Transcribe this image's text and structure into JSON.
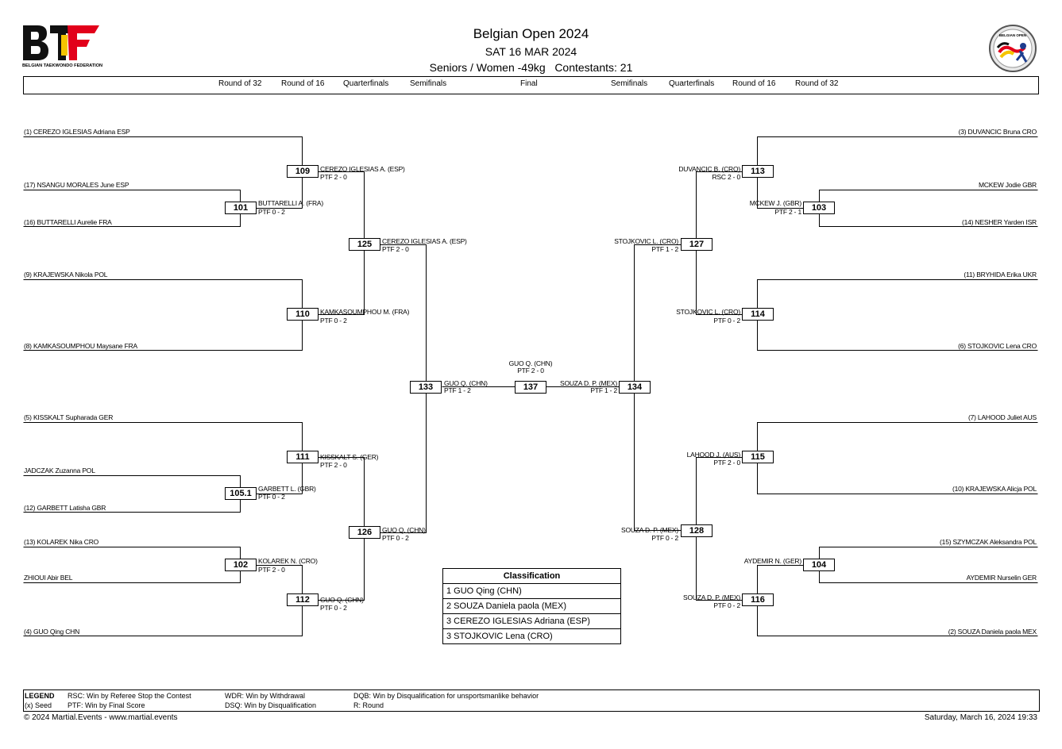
{
  "header": {
    "title": "Belgian Open 2024",
    "date": "SAT 16 MAR 2024",
    "category": "Seniors / Women -49kg",
    "contestants": "Contestants: 21",
    "logo_left_letters": "BTF",
    "logo_left_caption": "BELGIAN TAEKWONDO FEDERATION",
    "logo_right_caption": "BELGIAN OPEN"
  },
  "rounds": {
    "left": [
      "Round of 32",
      "Round of 16",
      "Quarterfinals",
      "Semifinals"
    ],
    "final": "Final",
    "right": [
      "Semifinals",
      "Quarterfinals",
      "Round of 16",
      "Round of 32"
    ]
  },
  "entrants": {
    "l1": "(1) CEREZO IGLESIAS Adriana ESP",
    "l17": "(17) NSANGU MORALES June ESP",
    "l16": "(16) BUTTARELLI Aurelie FRA",
    "l9": "(9) KRAJEWSKA Nikola POL",
    "l8": "(8) KAMKASOUMPHOU Maysane FRA",
    "l5": "(5) KISSKALT Supharada GER",
    "ljad": "JADCZAK Zuzanna POL",
    "l12": "(12) GARBETT Latisha GBR",
    "l13": "(13) KOLAREK Nika CRO",
    "lzhi": "ZHIOUI Abir BEL",
    "l4": "(4) GUO Qing CHN",
    "r3": "(3) DUVANCIC Bruna CRO",
    "rmck": "MCKEW Jodie GBR",
    "r14": "(14) NESHER Yarden ISR",
    "r11": "(11) BRYHIDA Erika UKR",
    "r6": "(6) STOJKOVIC Lena CRO",
    "r7": "(7) LAHOOD Juliet AUS",
    "r10": "(10) KRAJEWSKA Alicja POL",
    "r15": "(15) SZYMCZAK Aleksandra POL",
    "rayd": "AYDEMIR Nurselin GER",
    "r2": "(2) SOUZA Daniela paola MEX"
  },
  "matches": {
    "m109": {
      "num": "109",
      "winner": "CEREZO IGLESIAS A. (ESP)",
      "score": "PTF 2 - 0"
    },
    "m101": {
      "num": "101",
      "winner": "BUTTARELLI A. (FRA)",
      "score": "PTF 0 - 2"
    },
    "m110": {
      "num": "110",
      "winner": "KAMKASOUMPHOU M. (FRA)",
      "score": "PTF 0 - 2"
    },
    "m125": {
      "num": "125",
      "winner": "CEREZO IGLESIAS A. (ESP)",
      "score": "PTF 2 - 0"
    },
    "m111": {
      "num": "111",
      "winner": "KISSKALT S. (GER)",
      "score": "PTF 2 - 0"
    },
    "m1051": {
      "num": "105.1",
      "winner": "GARBETT L. (GBR)",
      "score": "PTF 0 - 2"
    },
    "m102": {
      "num": "102",
      "winner": "KOLAREK N. (CRO)",
      "score": "PTF 2 - 0"
    },
    "m112": {
      "num": "112",
      "winner": "GUO Q. (CHN)",
      "score": "PTF 0 - 2"
    },
    "m126": {
      "num": "126",
      "winner": "GUO Q. (CHN)",
      "score": "PTF 0 - 2"
    },
    "m133": {
      "num": "133",
      "winner": "GUO Q. (CHN)",
      "score": "PTF 1 - 2"
    },
    "m137": {
      "num": "137",
      "winner": "GUO Q. (CHN)",
      "score": "PTF 2 - 0"
    },
    "m134": {
      "num": "134",
      "winner": "SOUZA D. P. (MEX)",
      "score": "PTF 1 - 2"
    },
    "m113": {
      "num": "113",
      "winner": "DUVANCIC B. (CRO)",
      "score": "RSC 2 - 0"
    },
    "m103": {
      "num": "103",
      "winner": "MCKEW J. (GBR)",
      "score": "PTF 2 - 1"
    },
    "m127": {
      "num": "127",
      "winner": "STOJKOVIC L. (CRO)",
      "score": "PTF 1 - 2"
    },
    "m114": {
      "num": "114",
      "winner": "STOJKOVIC L. (CRO)",
      "score": "PTF 0 - 2"
    },
    "m115": {
      "num": "115",
      "winner": "LAHOOD J. (AUS)",
      "score": "PTF 2 - 0"
    },
    "m128": {
      "num": "128",
      "winner": "SOUZA D. P. (MEX)",
      "score": "PTF 0 - 2"
    },
    "m104": {
      "num": "104",
      "winner": "AYDEMIR N. (GER)",
      "score": ""
    },
    "m116": {
      "num": "116",
      "winner": "SOUZA D. P. (MEX)",
      "score": "PTF 0 - 2"
    }
  },
  "classification": {
    "title": "Classification",
    "rows": [
      "1  GUO Qing (CHN)",
      "2  SOUZA Daniela paola (MEX)",
      "3  CEREZO IGLESIAS Adriana (ESP)",
      "3  STOJKOVIC Lena (CRO)"
    ]
  },
  "legend": {
    "title": "LEGEND",
    "seed": "(x) Seed",
    "rsc": "RSC: Win by Referee Stop the Contest",
    "ptf": "PTF: Win by Final Score",
    "wdr": "WDR: Win by Withdrawal",
    "dsq": "DSQ: Win by Disqualification",
    "dqb": "DQB: Win by Disqualification for unsportsmanlike behavior",
    "r": "R: Round"
  },
  "footer": {
    "copyright": "© 2024 Martial.Events - www.martial.events",
    "timestamp": "Saturday, March 16, 2024 19:33"
  }
}
